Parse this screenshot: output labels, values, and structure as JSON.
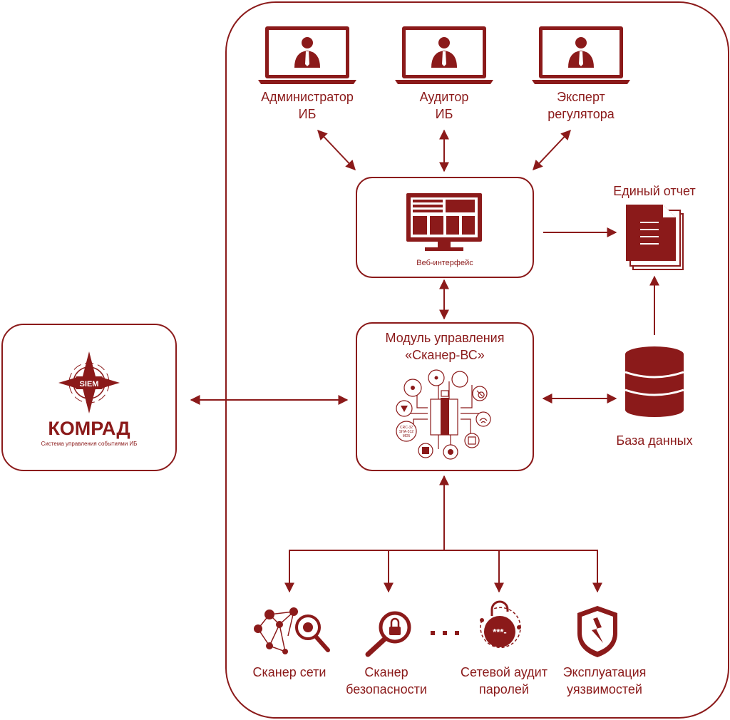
{
  "colors": {
    "accent": "#8b1a1a",
    "background": "#ffffff"
  },
  "roles": [
    {
      "line1": "Администратор",
      "line2": "ИБ",
      "icon": "admin-monitor-icon"
    },
    {
      "line1": "Аудитор",
      "line2": "ИБ",
      "icon": "auditor-monitor-icon"
    },
    {
      "line1": "Эксперт",
      "line2": "регулятора",
      "icon": "expert-monitor-icon"
    }
  ],
  "web_interface": {
    "label": "Веб-интерфейс",
    "icon": "web-interface-icon"
  },
  "report": {
    "label": "Единый отчет",
    "icon": "report-icon"
  },
  "database": {
    "label": "База данных",
    "icon": "database-icon"
  },
  "module": {
    "line1": "Модуль управления",
    "line2": "«Сканер-ВС»",
    "icon": "scanner-module-icon",
    "chip_labels": [
      "CRC-32",
      "SHA-512",
      "MD5"
    ]
  },
  "siem": {
    "badge": "SIEM",
    "brand": "КОМРАД",
    "subtitle": "Система управления событиями ИБ"
  },
  "tools": [
    {
      "line1": "Сканер сети",
      "line2": "",
      "icon": "network-scanner-icon"
    },
    {
      "line1": "Сканер",
      "line2": "безопасности",
      "icon": "security-scanner-icon"
    },
    {
      "line1": "Сетевой аудит",
      "line2": "паролей",
      "icon": "password-audit-icon"
    },
    {
      "line1": "Эксплуатация",
      "line2": "уязвимостей",
      "icon": "exploit-icon"
    }
  ],
  "password_mask": "***-",
  "ellipsis": "..."
}
